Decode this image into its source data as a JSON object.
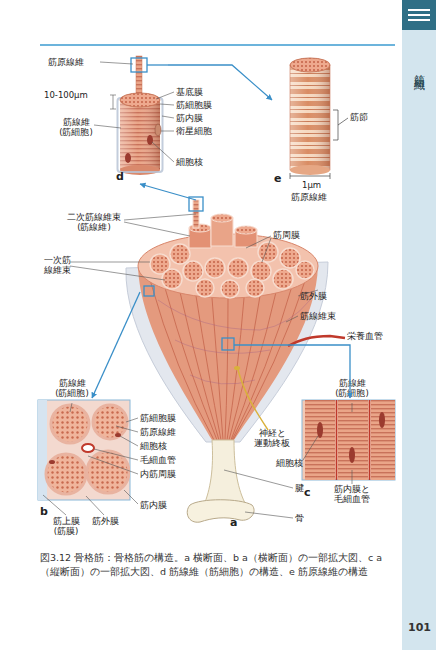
{
  "diagram": {
    "caption": "図3.12 骨格筋：骨格筋の構造。a 横断面、b a（横断面）の一部拡大図、c a（縦断面）の一部拡大図、d 筋線維（筋細胞）の構造、e 筋原線維の構造",
    "nodes": [
      {
        "text": [
          "d"
        ]
      },
      {
        "text": [
          "e"
        ]
      },
      {
        "text": [
          "a"
        ]
      },
      {
        "text": [
          "b"
        ]
      },
      {
        "text": [
          "c"
        ]
      }
    ],
    "edges": [
      {
        "from": 2,
        "to": 0,
        "arrow": "to"
      },
      {
        "from": 0,
        "to": 1,
        "arrow": "to"
      },
      {
        "from": 2,
        "to": 3,
        "arrow": "to"
      },
      {
        "from": 2,
        "to": 4,
        "arrow": "to"
      }
    ],
    "labels": [
      "筋原線維",
      "10-100µm",
      "筋線維 (筋細胞)",
      "基底膜",
      "筋細胞膜",
      "筋内膜",
      "衛星細胞",
      "細胞核",
      "筋節",
      "1µm",
      "筋原線維",
      "二次筋線維束 (筋線維)",
      "一次筋 線維束",
      "筋周膜",
      "筋外膜",
      "筋線維束",
      "栄養血管",
      "神経と 運動終板",
      "腱",
      "骨",
      "筋線維 (筋細胞)",
      "筋細胞膜",
      "筋原線維",
      "細胞核",
      "毛細血管",
      "内筋周膜",
      "筋内膜",
      "筋上膜 (筋膜)",
      "筋外膜",
      "筋線維 (筋細胞)",
      "細胞核",
      "筋内膜と 毛細血管",
      "筋組織",
      "101"
    ]
  }
}
